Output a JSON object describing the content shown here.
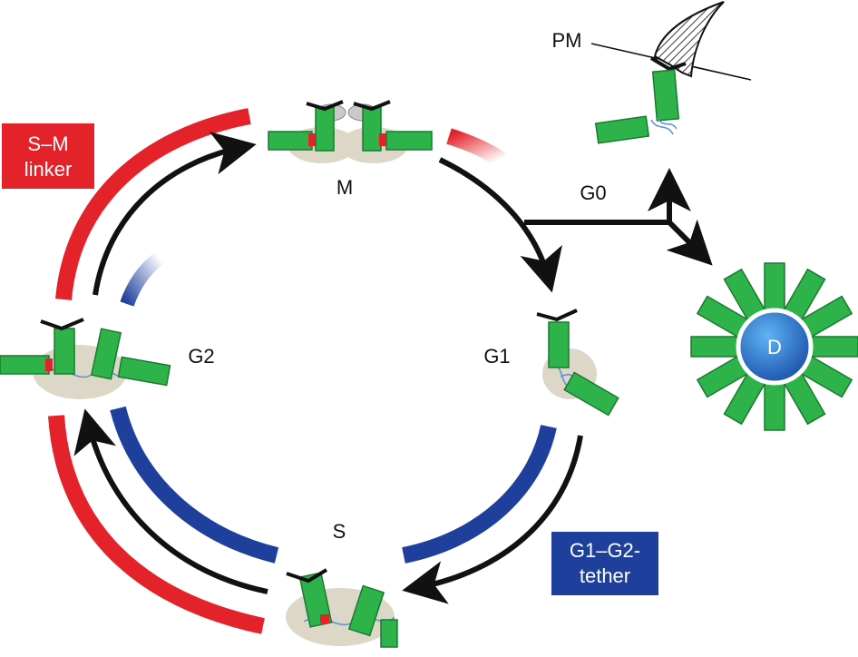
{
  "labels": {
    "m": "M",
    "g1": "G1",
    "s": "S",
    "g2": "G2",
    "g0": "G0",
    "pm": "PM",
    "d": "D"
  },
  "boxes": {
    "sm_linker": {
      "line1": "S–M",
      "line2": "linker"
    },
    "g1g2_tether": {
      "line1": "G1–G2-",
      "line2": "tether"
    }
  },
  "colors": {
    "red_linker": "#e3222a",
    "blue_tether": "#1f3f9c",
    "green_rod": "#2eb34a",
    "arrow_black": "#111111",
    "d_sphere": "#1f6fc9",
    "blob": "#ddd7c8",
    "dna_blue": "#5a8fd6"
  }
}
